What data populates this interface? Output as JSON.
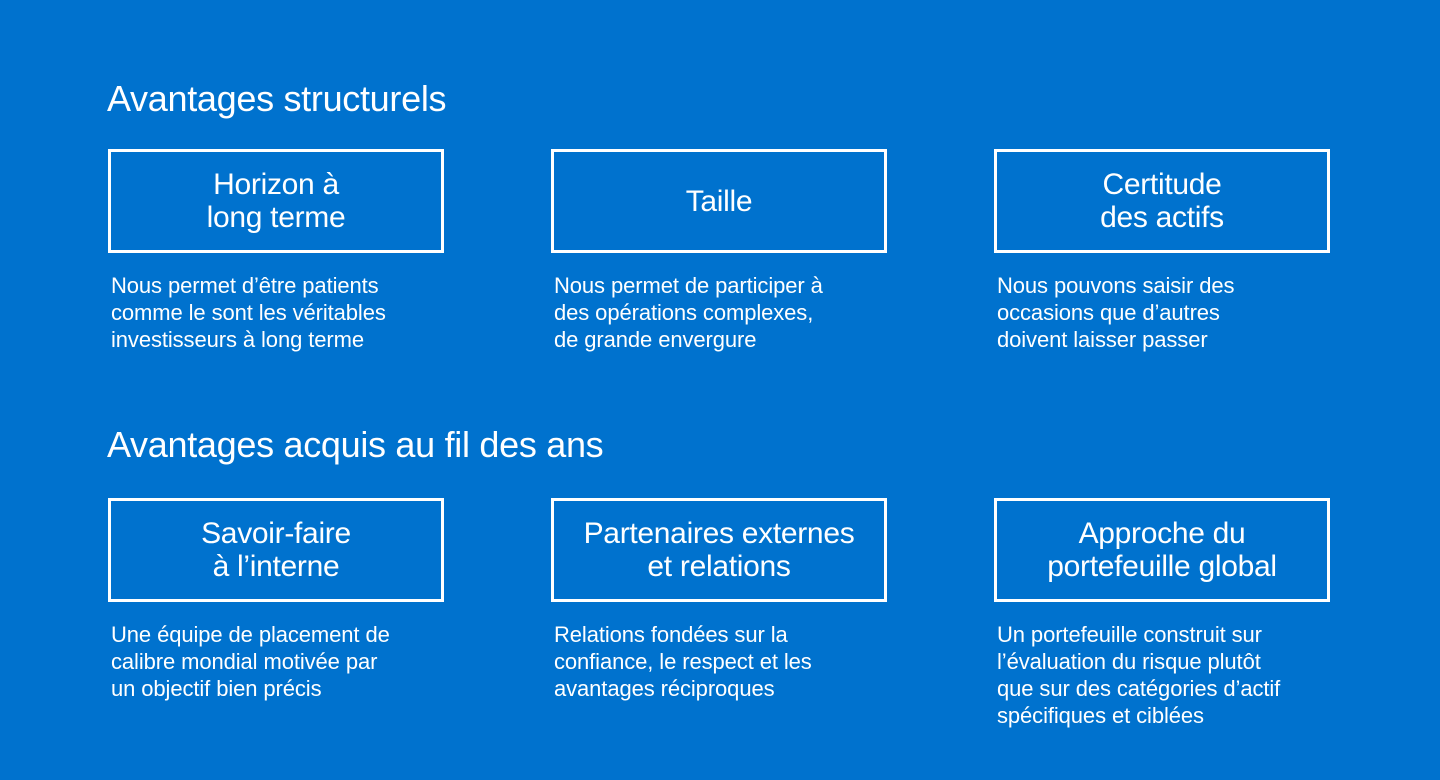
{
  "structural": {
    "title": "Avantages structurels",
    "cards": [
      {
        "box": [
          "Horizon à",
          "long terme"
        ],
        "desc": [
          "Nous permet d’être patients",
          "comme le sont les véritables",
          "investisseurs à long terme"
        ]
      },
      {
        "box": [
          "Taille"
        ],
        "desc": [
          "Nous permet  de participer à",
          "des opérations complexes,",
          "de grande envergure"
        ]
      },
      {
        "box": [
          "Certitude",
          "des actifs"
        ],
        "desc": [
          "Nous pouvons saisir des",
          "occasions que d’autres",
          "doivent laisser passer"
        ]
      }
    ]
  },
  "acquired": {
    "title": "Avantages acquis au fil des ans",
    "cards": [
      {
        "box": [
          "Savoir-faire",
          "à l’interne"
        ],
        "desc": [
          "Une équipe de placement de",
          "calibre mondial motivée par",
          "un objectif bien précis"
        ]
      },
      {
        "box": [
          "Partenaires externes",
          "et relations"
        ],
        "desc": [
          "Relations fondées sur la",
          "confiance, le respect et les",
          "avantages réciproques"
        ]
      },
      {
        "box": [
          "Approche du",
          "portefeuille global"
        ],
        "desc": [
          "Un portefeuille construit sur",
          "l’évaluation du risque plutôt",
          "que sur des catégories d’actif",
          "spécifiques et ciblées"
        ]
      }
    ]
  },
  "colors": {
    "background": "#0072CE",
    "foreground": "#FFFFFF"
  }
}
